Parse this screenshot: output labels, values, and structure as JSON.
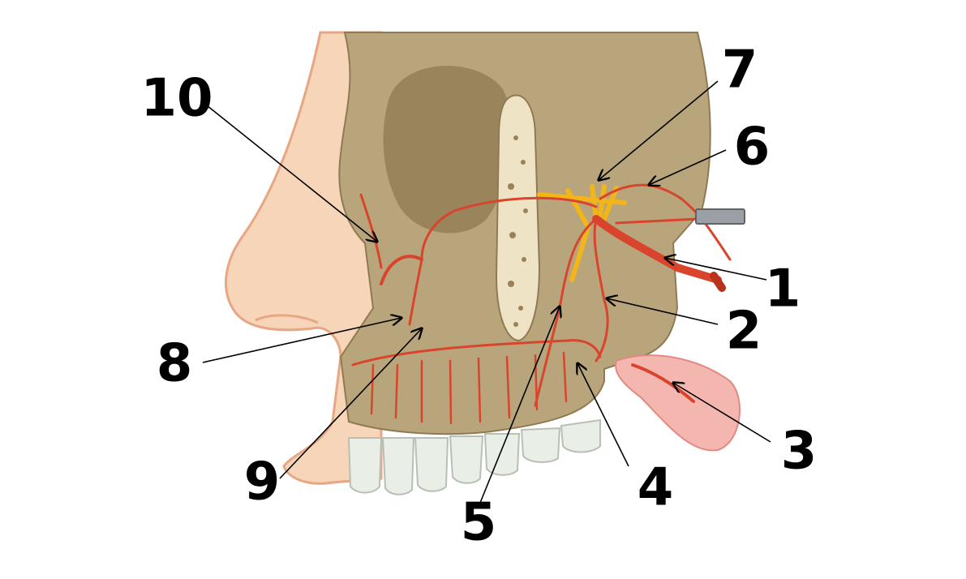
{
  "diagram": {
    "labels": [
      {
        "id": "1",
        "text": "1"
      },
      {
        "id": "2",
        "text": "2"
      },
      {
        "id": "3",
        "text": "3"
      },
      {
        "id": "4",
        "text": "4"
      },
      {
        "id": "5",
        "text": "5"
      },
      {
        "id": "6",
        "text": "6"
      },
      {
        "id": "7",
        "text": "7"
      },
      {
        "id": "8",
        "text": "8"
      },
      {
        "id": "9",
        "text": "9"
      },
      {
        "id": "10",
        "text": "10"
      }
    ],
    "colors": {
      "bone": "#b9a57c",
      "bone_dark": "#8f7a52",
      "skin": "#f6d5b8",
      "skin_line": "#e7a684",
      "artery": "#d9442c",
      "nerve": "#f2b51a",
      "tongue": "#f3b7b0",
      "teeth": "#e9eee7"
    }
  }
}
